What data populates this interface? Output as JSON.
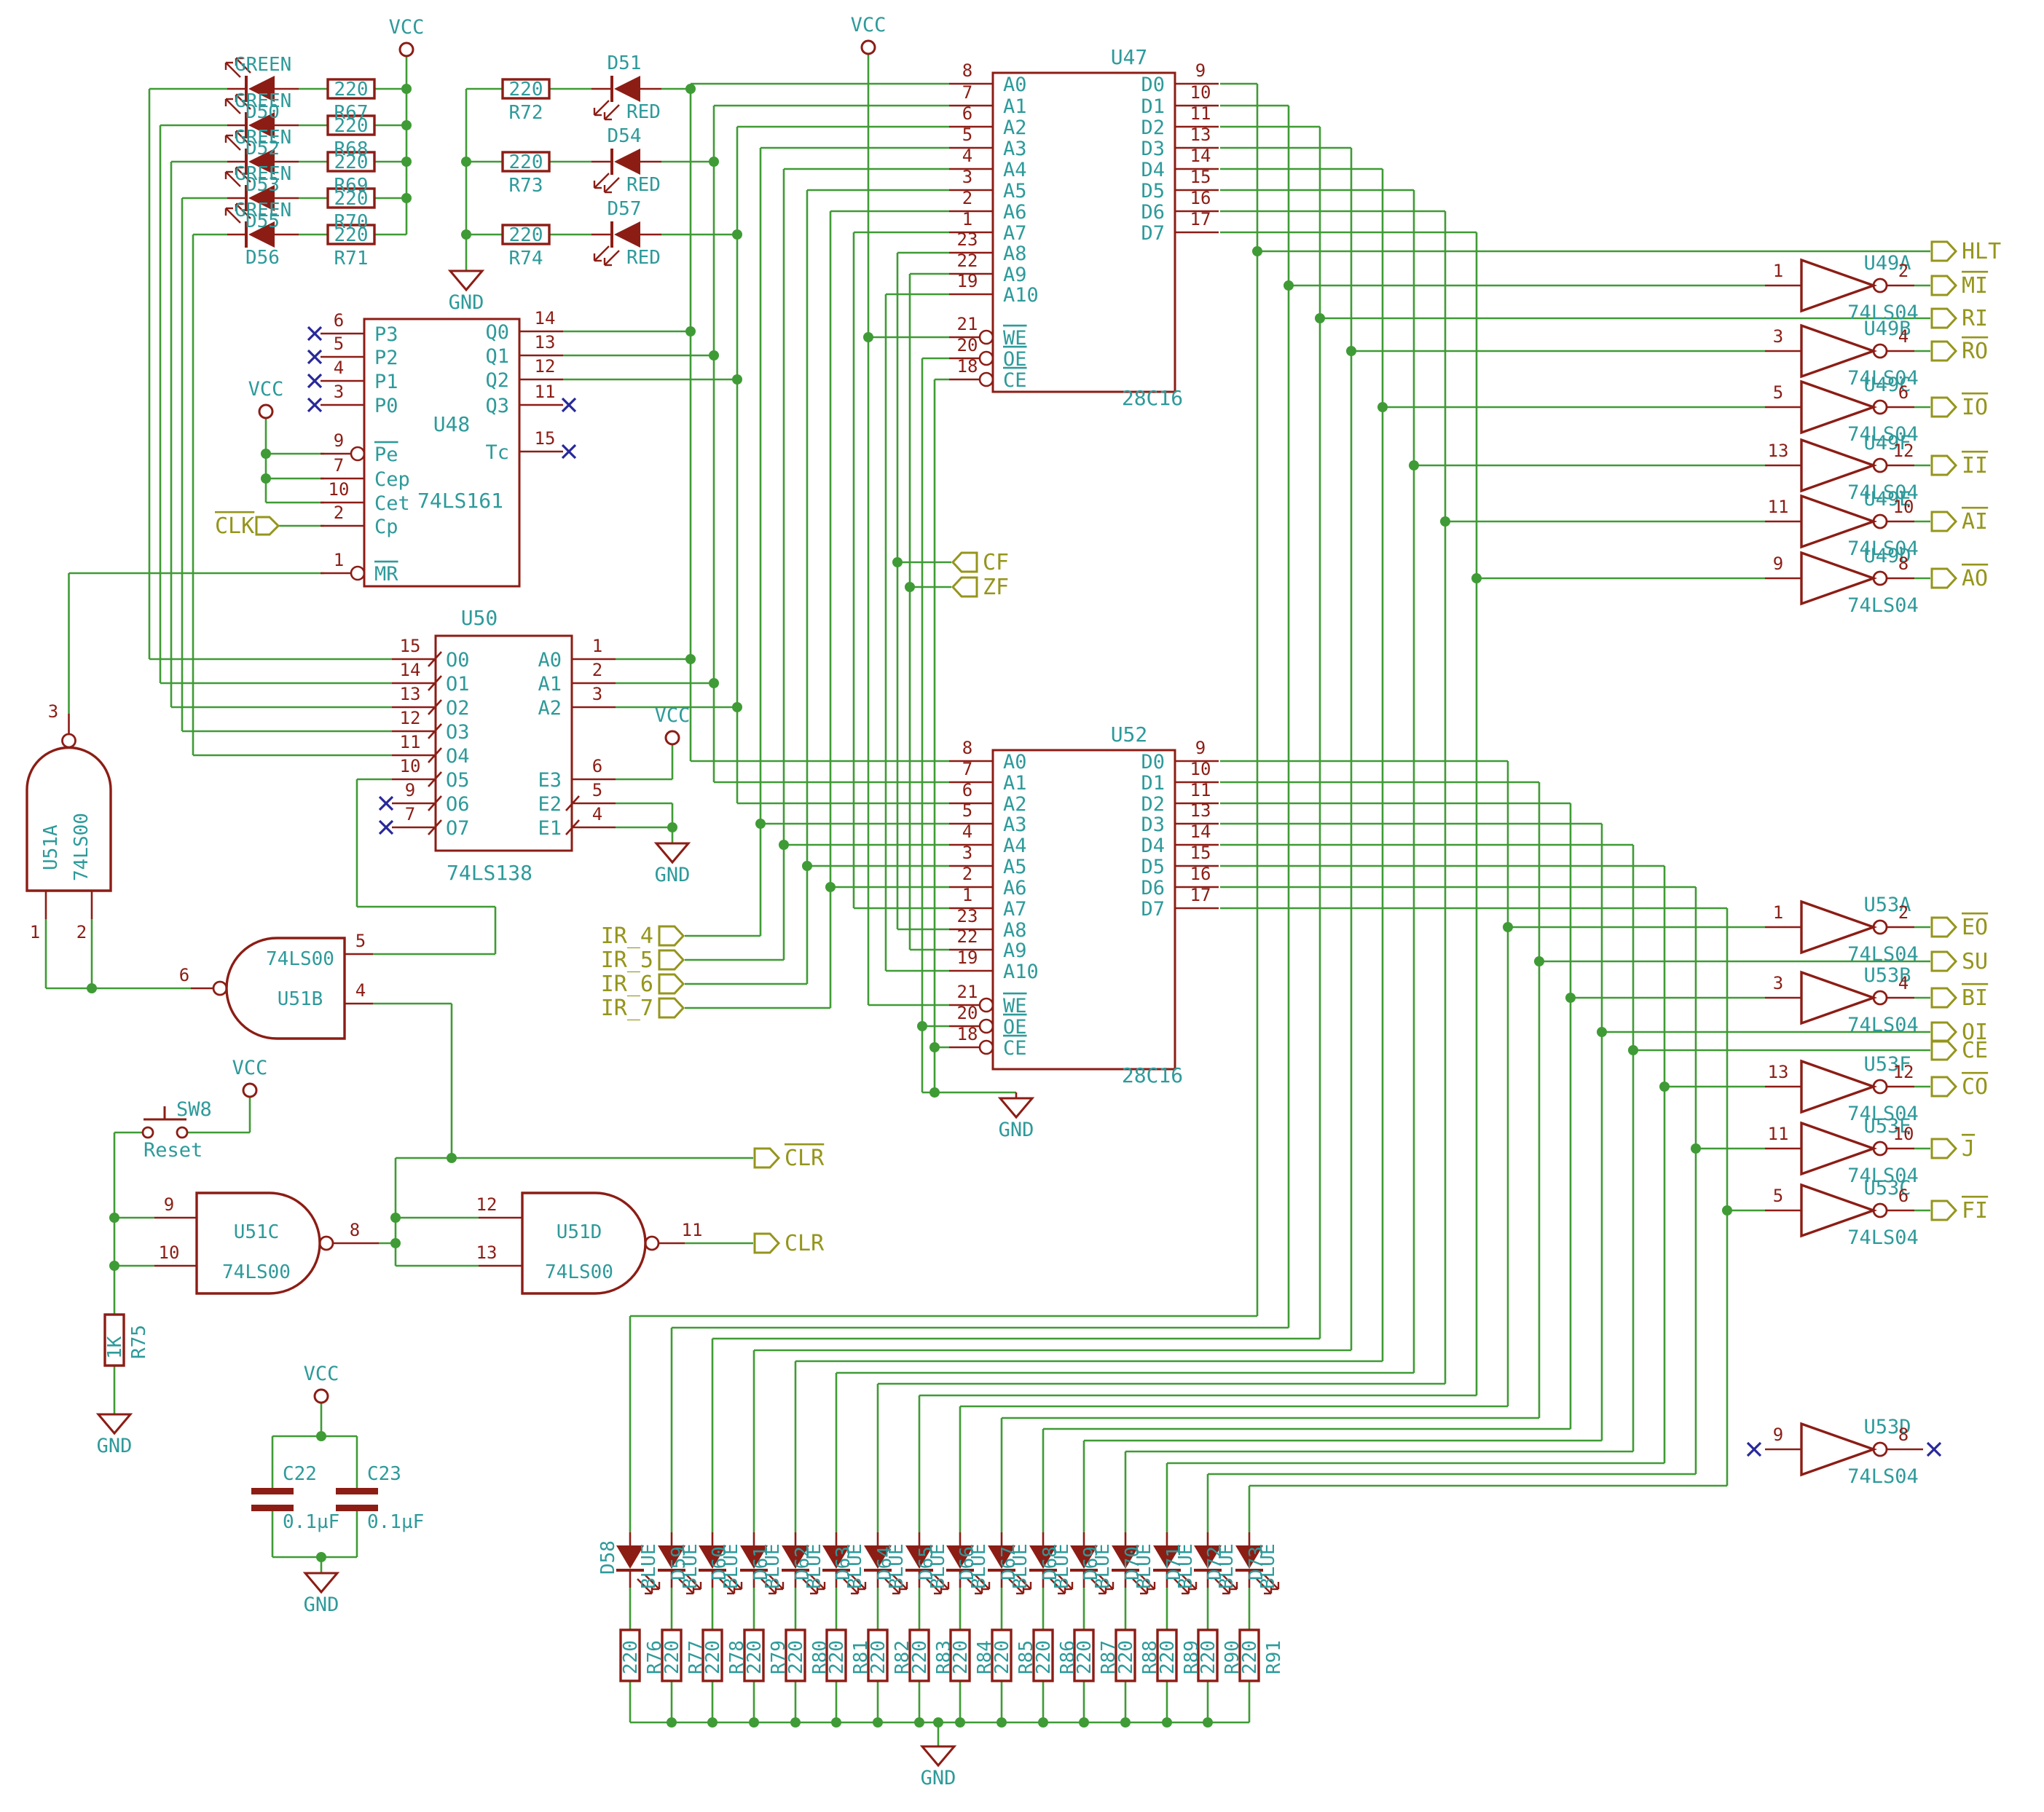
{
  "schematic": {
    "colors": {
      "wire": "#3f9b35",
      "body": "#8c1d15",
      "text": "#2e9a9a",
      "label": "#95951c",
      "nc": "#28289b",
      "bg": "#ffffff"
    },
    "power": {
      "vcc": "VCC",
      "gnd": "GND"
    },
    "ics": [
      {
        "ref": "U47",
        "part": "28C16",
        "left": [
          {
            "n": "8",
            "l": "A0"
          },
          {
            "n": "7",
            "l": "A1"
          },
          {
            "n": "6",
            "l": "A2"
          },
          {
            "n": "5",
            "l": "A3"
          },
          {
            "n": "4",
            "l": "A4"
          },
          {
            "n": "3",
            "l": "A5"
          },
          {
            "n": "2",
            "l": "A6"
          },
          {
            "n": "1",
            "l": "A7"
          },
          {
            "n": "23",
            "l": "A8"
          },
          {
            "n": "22",
            "l": "A9"
          },
          {
            "n": "19",
            "l": "A10"
          },
          {
            "n": "21",
            "l": "WE",
            "bar": 1,
            "bub": 1
          },
          {
            "n": "20",
            "l": "OE",
            "bar": 1,
            "bub": 1
          },
          {
            "n": "18",
            "l": "CE",
            "bar": 1,
            "bub": 1
          }
        ],
        "right": [
          {
            "n": "9",
            "l": "D0"
          },
          {
            "n": "10",
            "l": "D1"
          },
          {
            "n": "11",
            "l": "D2"
          },
          {
            "n": "13",
            "l": "D3"
          },
          {
            "n": "14",
            "l": "D4"
          },
          {
            "n": "15",
            "l": "D5"
          },
          {
            "n": "16",
            "l": "D6"
          },
          {
            "n": "17",
            "l": "D7"
          }
        ]
      },
      {
        "ref": "U52",
        "part": "28C16",
        "left": [
          {
            "n": "8",
            "l": "A0"
          },
          {
            "n": "7",
            "l": "A1"
          },
          {
            "n": "6",
            "l": "A2"
          },
          {
            "n": "5",
            "l": "A3"
          },
          {
            "n": "4",
            "l": "A4"
          },
          {
            "n": "3",
            "l": "A5"
          },
          {
            "n": "2",
            "l": "A6"
          },
          {
            "n": "1",
            "l": "A7"
          },
          {
            "n": "23",
            "l": "A8"
          },
          {
            "n": "22",
            "l": "A9"
          },
          {
            "n": "19",
            "l": "A10"
          },
          {
            "n": "21",
            "l": "WE",
            "bar": 1,
            "bub": 1
          },
          {
            "n": "20",
            "l": "OE",
            "bar": 1,
            "bub": 1
          },
          {
            "n": "18",
            "l": "CE",
            "bar": 1,
            "bub": 1
          }
        ],
        "right": [
          {
            "n": "9",
            "l": "D0"
          },
          {
            "n": "10",
            "l": "D1"
          },
          {
            "n": "11",
            "l": "D2"
          },
          {
            "n": "13",
            "l": "D3"
          },
          {
            "n": "14",
            "l": "D4"
          },
          {
            "n": "15",
            "l": "D5"
          },
          {
            "n": "16",
            "l": "D6"
          },
          {
            "n": "17",
            "l": "D7"
          }
        ]
      },
      {
        "ref": "U48",
        "part": "74LS161",
        "left": [
          {
            "n": "6",
            "l": "P3",
            "nc": 1
          },
          {
            "n": "5",
            "l": "P2",
            "nc": 1
          },
          {
            "n": "4",
            "l": "P1",
            "nc": 1
          },
          {
            "n": "3",
            "l": "P0",
            "nc": 1
          },
          {
            "n": "9",
            "l": "Pe",
            "bar": 1,
            "bub": 1
          },
          {
            "n": "7",
            "l": "Cep"
          },
          {
            "n": "10",
            "l": "Cet"
          },
          {
            "n": "2",
            "l": "Cp"
          },
          {
            "n": "1",
            "l": "MR",
            "bar": 1,
            "bub": 1
          }
        ],
        "right": [
          {
            "n": "14",
            "l": "Q0"
          },
          {
            "n": "13",
            "l": "Q1"
          },
          {
            "n": "12",
            "l": "Q2"
          },
          {
            "n": "11",
            "l": "Q3",
            "nc": 1
          },
          {
            "n": "15",
            "l": "Tc",
            "nc": 1
          }
        ]
      },
      {
        "ref": "U50",
        "part": "74LS138",
        "left": [
          {
            "n": "15",
            "l": "O0"
          },
          {
            "n": "14",
            "l": "O1"
          },
          {
            "n": "13",
            "l": "O2"
          },
          {
            "n": "12",
            "l": "O3"
          },
          {
            "n": "11",
            "l": "O4"
          },
          {
            "n": "10",
            "l": "O5"
          },
          {
            "n": "9",
            "l": "O6",
            "nc": 1
          },
          {
            "n": "7",
            "l": "O7",
            "nc": 1
          }
        ],
        "right": [
          {
            "n": "1",
            "l": "A0"
          },
          {
            "n": "2",
            "l": "A1"
          },
          {
            "n": "3",
            "l": "A2"
          },
          {
            "n": "6",
            "l": "E3"
          },
          {
            "n": "5",
            "l": "E2"
          },
          {
            "n": "4",
            "l": "E1"
          }
        ]
      }
    ],
    "right_rows": [
      {
        "kind": "label",
        "label": "HLT",
        "bar": 0
      },
      {
        "kind": "inv",
        "ref": "U49A",
        "part": "74LS04",
        "pi": "1",
        "po": "2",
        "label": "MI",
        "bar": 1
      },
      {
        "kind": "label",
        "label": "RI",
        "bar": 0
      },
      {
        "kind": "inv",
        "ref": "U49B",
        "part": "74LS04",
        "pi": "3",
        "po": "4",
        "label": "RO",
        "bar": 1
      },
      {
        "kind": "inv",
        "ref": "U49C",
        "part": "74LS04",
        "pi": "5",
        "po": "6",
        "label": "IO",
        "bar": 1
      },
      {
        "kind": "inv",
        "ref": "U49F",
        "part": "74LS04",
        "pi": "13",
        "po": "12",
        "label": "II",
        "bar": 1
      },
      {
        "kind": "inv",
        "ref": "U49E",
        "part": "74LS04",
        "pi": "11",
        "po": "10",
        "label": "AI",
        "bar": 1
      },
      {
        "kind": "inv",
        "ref": "U49D",
        "part": "74LS04",
        "pi": "9",
        "po": "8",
        "label": "AO",
        "bar": 1
      },
      {
        "kind": "inv",
        "ref": "U53A",
        "part": "74LS04",
        "pi": "1",
        "po": "2",
        "label": "EO",
        "bar": 1
      },
      {
        "kind": "label",
        "label": "SU",
        "bar": 0
      },
      {
        "kind": "inv",
        "ref": "U53B",
        "part": "74LS04",
        "pi": "3",
        "po": "4",
        "label": "BI",
        "bar": 1
      },
      {
        "kind": "label",
        "label": "OI",
        "bar": 0
      },
      {
        "kind": "label",
        "label": "CE",
        "bar": 0
      },
      {
        "kind": "inv",
        "ref": "U53F",
        "part": "74LS04",
        "pi": "13",
        "po": "12",
        "label": "CO",
        "bar": 1
      },
      {
        "kind": "inv",
        "ref": "U53E",
        "part": "74LS04",
        "pi": "11",
        "po": "10",
        "label": "J",
        "bar": 1
      },
      {
        "kind": "inv",
        "ref": "U53C",
        "part": "74LS04",
        "pi": "5",
        "po": "6",
        "label": "FI",
        "bar": 1
      }
    ],
    "spare_inverter": {
      "ref": "U53D",
      "part": "74LS04",
      "pi": "9",
      "po": "8"
    },
    "nands": [
      {
        "ref": "U51A",
        "part": "74LS00",
        "out": "3",
        "in1": "1",
        "in2": "2"
      },
      {
        "ref": "U51B",
        "part": "74LS00",
        "out": "6",
        "in1": "5",
        "in2": "4"
      },
      {
        "ref": "U51C",
        "part": "74LS00",
        "out": "8",
        "in1": "9",
        "in2": "10"
      },
      {
        "ref": "U51D",
        "part": "74LS00",
        "out": "11",
        "in1": "12",
        "in2": "13"
      }
    ],
    "green_leds": {
      "color": "GREEN",
      "val": "220",
      "items": [
        {
          "d": "D50",
          "r": "R67"
        },
        {
          "d": "D52",
          "r": "R68"
        },
        {
          "d": "D53",
          "r": "R69"
        },
        {
          "d": "D55",
          "r": "R70"
        },
        {
          "d": "D56",
          "r": "R71"
        }
      ]
    },
    "red_leds": {
      "color": "RED",
      "val": "220",
      "items": [
        {
          "d": "D51",
          "r": "R72"
        },
        {
          "d": "D54",
          "r": "R73"
        },
        {
          "d": "D57",
          "r": "R74"
        }
      ]
    },
    "blue_leds": {
      "color": "BLUE",
      "val": "220",
      "items": [
        {
          "d": "D58",
          "r": "R76"
        },
        {
          "d": "D59",
          "r": "R77"
        },
        {
          "d": "D60",
          "r": "R78"
        },
        {
          "d": "D61",
          "r": "R79"
        },
        {
          "d": "D62",
          "r": "R80"
        },
        {
          "d": "D63",
          "r": "R81"
        },
        {
          "d": "D64",
          "r": "R82"
        },
        {
          "d": "D65",
          "r": "R83"
        },
        {
          "d": "D66",
          "r": "R84"
        },
        {
          "d": "D67",
          "r": "R85"
        },
        {
          "d": "D68",
          "r": "R86"
        },
        {
          "d": "D69",
          "r": "R87"
        },
        {
          "d": "D70",
          "r": "R88"
        },
        {
          "d": "D71",
          "r": "R89"
        },
        {
          "d": "D72",
          "r": "R90"
        },
        {
          "d": "D73",
          "r": "R91"
        }
      ]
    },
    "net_labels": {
      "clk": "CLK",
      "clr": "CLR",
      "cf": "CF",
      "zf": "ZF",
      "ir": [
        "IR_4",
        "IR_5",
        "IR_6",
        "IR_7"
      ]
    },
    "switch": {
      "ref": "SW8",
      "label": "Reset"
    },
    "r75": {
      "ref": "R75",
      "val": "1K"
    },
    "caps": [
      {
        "ref": "C22",
        "val": "0.1µF"
      },
      {
        "ref": "C23",
        "val": "0.1µF"
      }
    ]
  }
}
